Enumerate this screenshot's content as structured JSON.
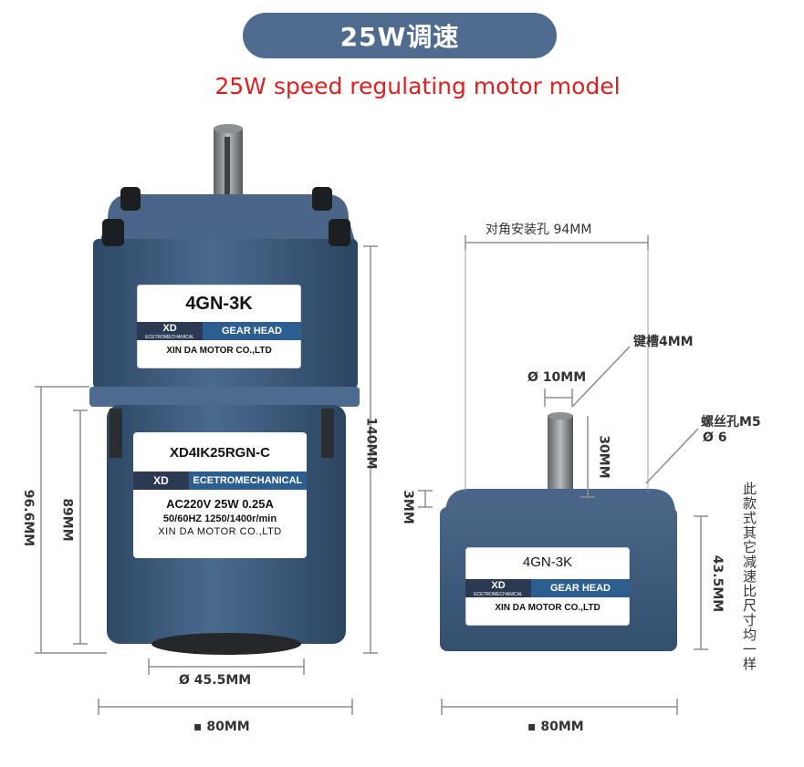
{
  "header": {
    "badge": "25W调速",
    "subtitle": "25W speed regulating motor model"
  },
  "colors": {
    "badge_bg": "#4f6b8e",
    "subtitle": "#e02020",
    "motor_body": "#3c5878",
    "label_strip_dark": "#2b3a52",
    "label_strip_blue": "#2c5f8f"
  },
  "left_motor": {
    "gear_label": {
      "model": "4GN-3K",
      "brand": "XD",
      "brand_sub": "ECETROMECHANICAL",
      "gear_head": "GEAR HEAD",
      "company": "XIN DA MOTOR CO.,LTD"
    },
    "motor_label": {
      "model": "XD4IK25RGN-C",
      "brand": "XD",
      "brand_sub": "ECETROMECHANICAL",
      "spec": "AC220V  25W  0.25A",
      "spec2": "50/60HZ  1250/1400r/min",
      "company": "XIN DA MOTOR CO.,LTD"
    },
    "dims": {
      "height_total": "140MM",
      "height_body": "96.6MM",
      "height_motor": "89MM",
      "diameter": "Ø 45.5MM",
      "width": "▪ 80MM"
    }
  },
  "right_gearbox": {
    "gear_label": {
      "model": "4GN-3K",
      "brand": "XD",
      "brand_sub": "ECETROMECHANICAL",
      "gear_head": "GEAR HEAD",
      "company": "XIN DA MOTOR CO.,LTD"
    },
    "dims": {
      "diagonal_holes": "对角安装孔 94MM",
      "keyway": "键槽4MM",
      "shaft_dia": "Ø 10MM",
      "shaft_len": "30MM",
      "screw_hole": "螺丝孔M5",
      "screw_dia": "Ø 6",
      "boss": "3MM",
      "height": "43.5MM",
      "width": "▪ 80MM"
    },
    "side_note": "此款式其它减速比尺寸均一样"
  }
}
